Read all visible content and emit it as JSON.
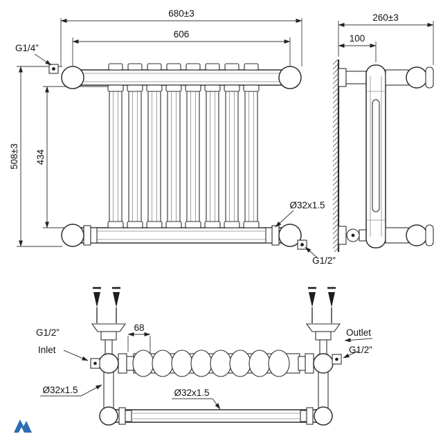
{
  "front_view": {
    "dim_overall_width": "680±3",
    "dim_pipe_centers": "606",
    "fitting_top_left": "G1/4”",
    "dim_overall_height": "508±3",
    "dim_column_height": "434",
    "dim_tube_diameter": "Ø32x1.5",
    "fitting_bottom_right": "G1/2”"
  },
  "side_view": {
    "dim_overall_depth": "260±3",
    "dim_wall_offset": "100"
  },
  "plan_view": {
    "inlet_fitting": "G1/2”",
    "inlet_label": "Inlet",
    "outlet_label": "Outlet",
    "outlet_fitting": "G1/2”",
    "dim_offset": "68",
    "dim_tube_left": "Ø32x1.5",
    "dim_tube_mid": "Ø32x1.5"
  }
}
